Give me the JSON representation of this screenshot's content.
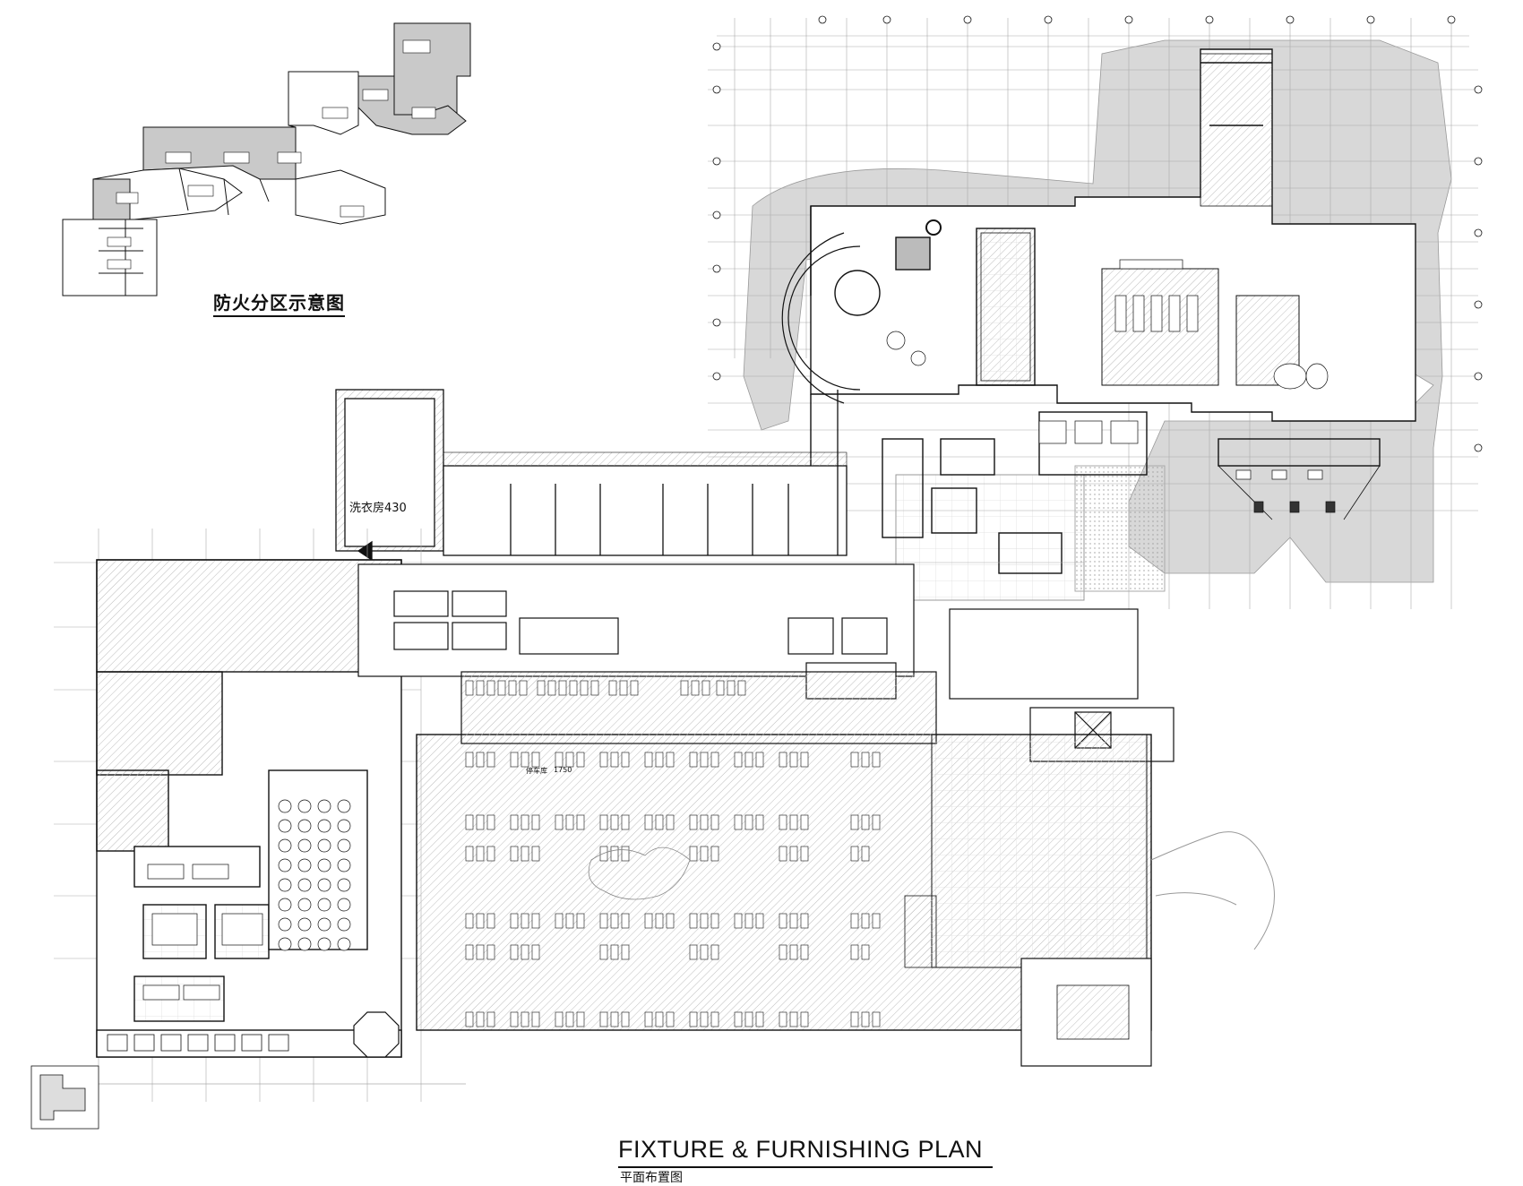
{
  "inset": {
    "title": "防火分区示意图"
  },
  "rooms": {
    "laundry": "洗衣房430",
    "parking": "停车库",
    "parking_count": "1750"
  },
  "footer": {
    "title": "FIXTURE & FURNISHING PLAN",
    "subtitle": "平面布置图"
  },
  "colors": {
    "line": "#111111",
    "hatch": "#bdbdbd",
    "fill_gray": "#cfcfcf",
    "landscape": "#d9d9d9",
    "background": "#ffffff"
  }
}
